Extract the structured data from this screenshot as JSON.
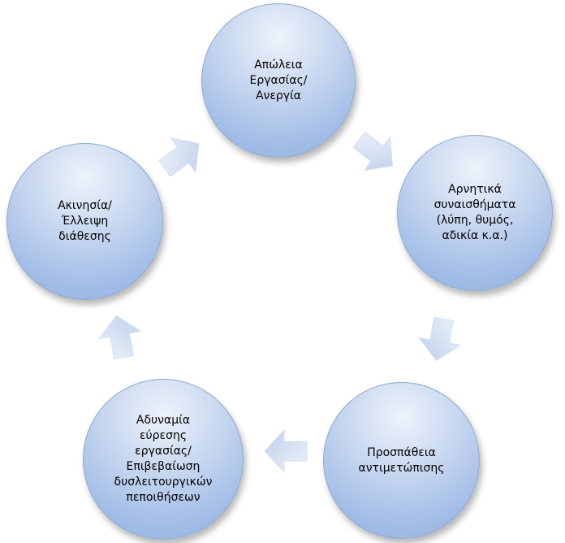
{
  "diagram": {
    "nodes": [
      {
        "id": "n1",
        "label": "Απώλεια\nΕργασίας/\nΑνεργία"
      },
      {
        "id": "n2",
        "label": "Αρνητικά\nσυναισθήματα\n(λύπη, θυμός,\nαδικία κ.α.)"
      },
      {
        "id": "n3",
        "label": "Προσπάθεια\nαντιμετώπισης"
      },
      {
        "id": "n4",
        "label": "Αδυναμία\nεύρεσης\nεργασίας/\nΕπιβεβαίωση\nδυσλειτουργικών\nπεποιθήσεων"
      },
      {
        "id": "n5",
        "label": "Ακινησία/\nΈλλειψη\nδιάθεσης"
      }
    ],
    "edges": [
      {
        "from": "n1",
        "to": "n2"
      },
      {
        "from": "n2",
        "to": "n3"
      },
      {
        "from": "n3",
        "to": "n4"
      },
      {
        "from": "n4",
        "to": "n5"
      },
      {
        "from": "n5",
        "to": "n1"
      }
    ],
    "colors": {
      "node_fill_light": "#eef3fb",
      "node_fill_dark": "#9fbbe6",
      "node_border": "#8ea9cf",
      "arrow_fill_light": "#e8eef8",
      "arrow_fill_dark": "#c3d3ec",
      "text": "#000000"
    }
  }
}
